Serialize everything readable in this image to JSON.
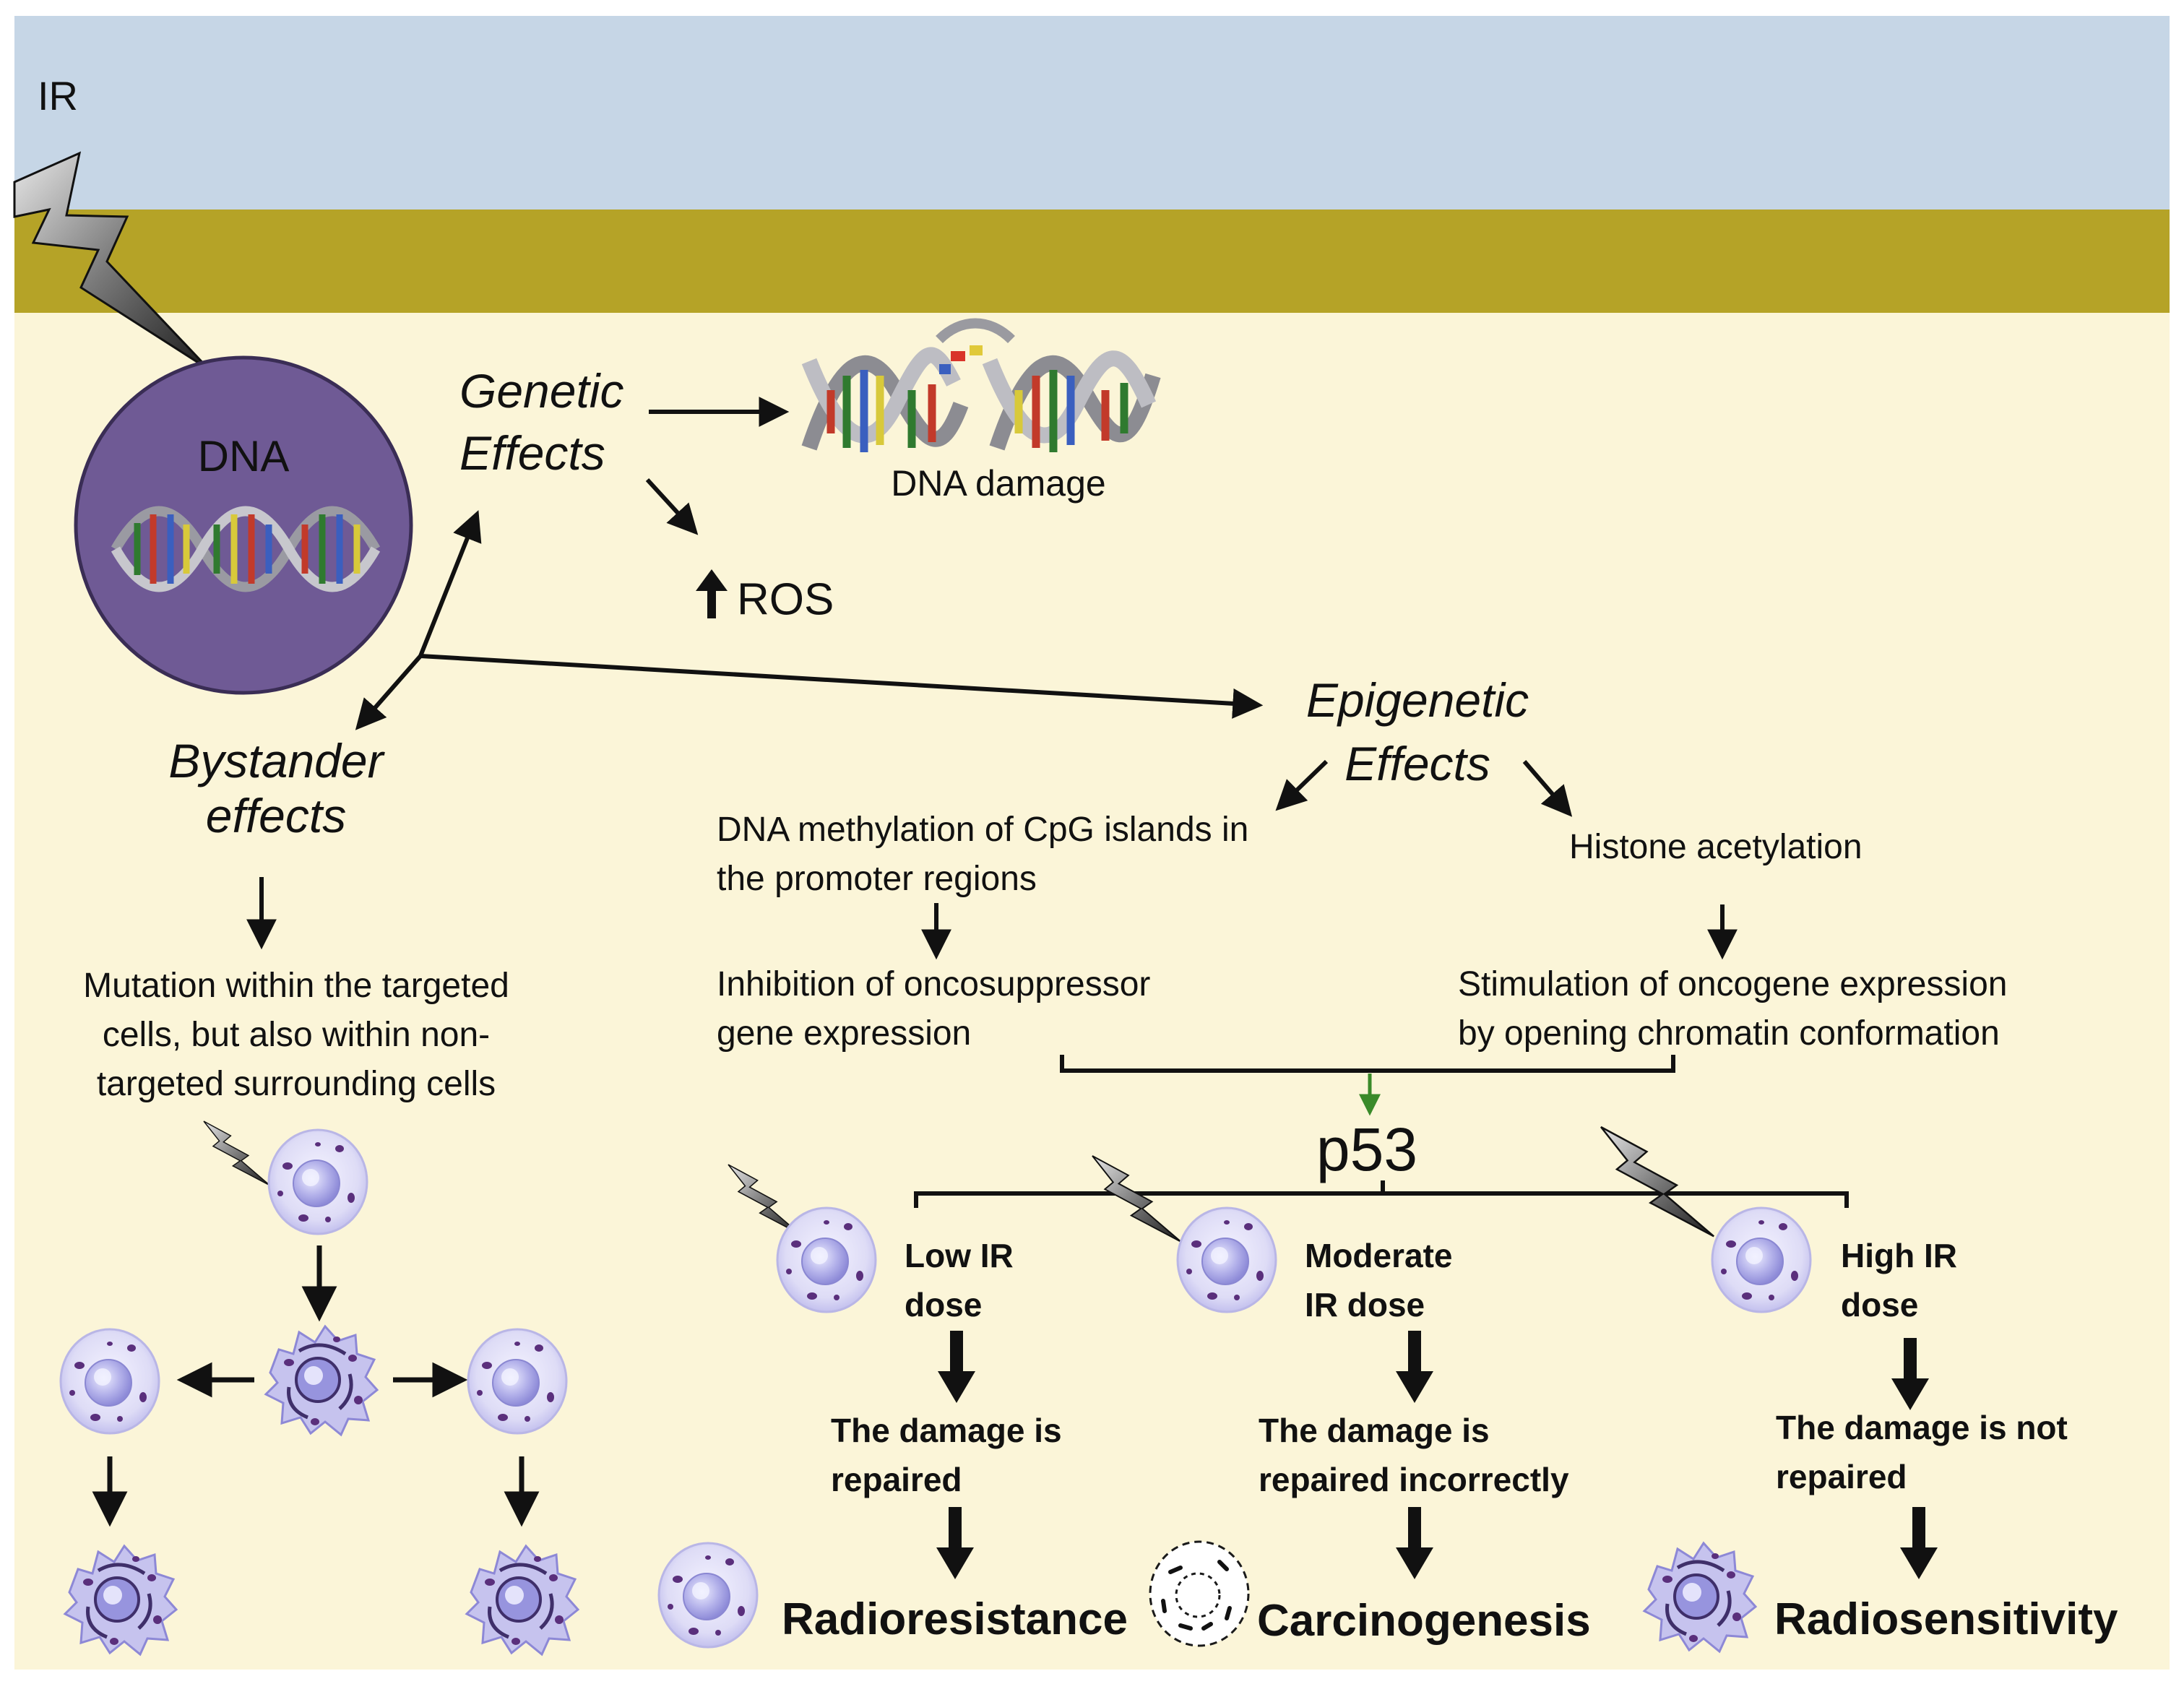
{
  "labels": {
    "ir": "IR",
    "dna": "DNA",
    "genetic_1": "Genetic",
    "genetic_2": "Effects",
    "dna_damage": "DNA damage",
    "ros": "ROS",
    "epigenetic_1": "Epigenetic",
    "epigenetic_2": "Effects",
    "bystander_1": "Bystander",
    "bystander_2": "effects",
    "mutation_1": "Mutation within the targeted",
    "mutation_2": "cells, but also within non-",
    "mutation_3": "targeted surrounding cells",
    "methylation_1": "DNA methylation of CpG islands in",
    "methylation_2": "the promoter regions",
    "histone": "Histone acetylation",
    "inhibition_1": "Inhibition of oncosuppressor",
    "inhibition_2": "gene expression",
    "stimulation_1": "Stimulation of  oncogene expression",
    "stimulation_2": "by opening chromatin conformation",
    "p53": "p53",
    "low_1": "Low IR",
    "low_2": "dose",
    "moderate_1": "Moderate",
    "moderate_2": "IR dose",
    "high_1": "High IR",
    "high_2": "dose",
    "repaired_1": "The damage is",
    "repaired_2": "repaired",
    "incorrect_1": "The damage is",
    "incorrect_2": "repaired incorrectly",
    "notrep_1": "The damage is not",
    "notrep_2": "repaired",
    "radioresistance": "Radioresistance",
    "carcinogenesis": "Carcinogenesis",
    "radiosensitivity": "Radiosensitivity"
  },
  "colors": {
    "sky": "#c6d6e6",
    "membrane": "#b5a327",
    "cytoplasm": "#fbf5d8",
    "nucleus": "#6f5a95",
    "cell_fill": "#e2e1f6",
    "cell_nucleus": "#a9a7e6",
    "granule": "#5a2f7c",
    "p53_arrow": "#3a8a2a"
  }
}
